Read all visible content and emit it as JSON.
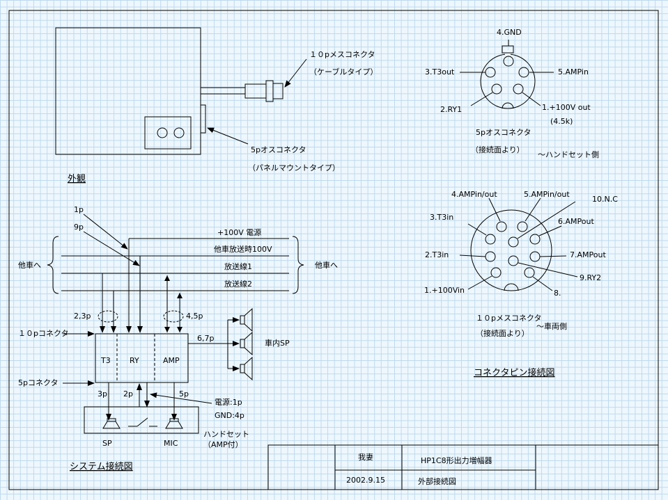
{
  "exterior": {
    "connector10p_name": "１０pメスコネクタ",
    "connector10p_type": "（ケーブルタイプ）",
    "connector5p_name": "5pオスコネクタ",
    "connector5p_type": "（パネルマウントタイプ）",
    "title": "外観"
  },
  "pin5": {
    "gnd": "4.GND",
    "t3out": "3.T3out",
    "ampin": "5.AMPin",
    "ry1": "2.RY1",
    "v100out": "1.+100V out",
    "v100note": "(4.5k)",
    "name": "5pオスコネクタ",
    "face": "（接続面より）",
    "side": "～ハンドセット側"
  },
  "pin10": {
    "p4": "4.AMPin/out",
    "p5": "5.AMPin/out",
    "p10": "10.N.C",
    "p3": "3.T3in",
    "p6": "6.AMPout",
    "p2": "2.T3in",
    "p7": "7.AMPout",
    "p9": "9.RY2",
    "p1": "1.+100Vin",
    "p8": "8.",
    "name": "１０pメスコネクタ",
    "face": "（接続面より）",
    "side": "～車両側",
    "section_title": "コネクタピン接続図"
  },
  "system": {
    "p1": "1p",
    "p9": "9p",
    "bus_power": "+100V 電源",
    "bus_other": "他車放送時100V",
    "bus_line1": "放送線1",
    "bus_line2": "放送線2",
    "other_left": "他車へ",
    "other_right": "他車へ",
    "p23": "2,3p",
    "p45": "4,5p",
    "p67": "6,7p",
    "conn10p": "１０pコネクタ",
    "conn5p": "5pコネクタ",
    "block_t3": "T3",
    "block_ry": "RY",
    "block_amp": "AMP",
    "speaker_label": "車内SP",
    "p3": "3p",
    "p2": "2p",
    "p5": "5p",
    "power_1p": "電源:1p",
    "gnd_4p": "GND:4p",
    "handset": "ハンドセット",
    "handset_amp": "（AMP付）",
    "sp": "SP",
    "mic": "MIC",
    "title": "システム接続図"
  },
  "titleblock": {
    "author": "我妻",
    "product": "HP1C8形出力増幅器",
    "date": "2002.9.15",
    "drawing": "外部接続図"
  },
  "colors": {
    "background": "#eef7fd",
    "grid": "#bcd9ee",
    "ink": "#000000"
  }
}
